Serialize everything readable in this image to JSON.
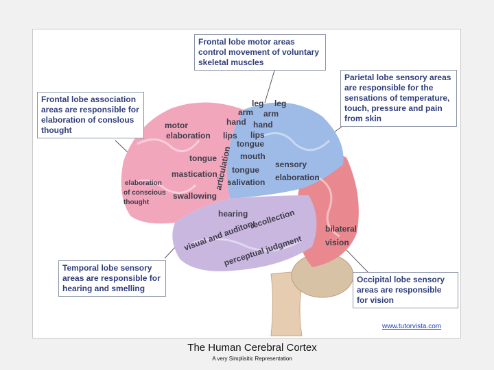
{
  "callouts": {
    "frontal_motor": "Frontal lobe motor areas control movement of voluntary skeletal muscles",
    "parietal": "Parietal lobe sensory areas are responsible for the sensations of temperature, touch, pressure and pain from skin",
    "frontal_association": "Frontal lobe association areas are responsible for elaboration of conslous thought",
    "temporal": "Temporal lobe sensory areas are responsible for hearing and smelling",
    "occipital": "Occipital lobe sensory areas are responsible for vision"
  },
  "brain_labels": {
    "motor_leg": "leg",
    "motor_arm": "arm",
    "motor_hand": "hand",
    "motor_lips": "lips",
    "motor_tongue": "tongue",
    "mastication": "mastication",
    "swallowing": "swallowing",
    "motor_elaboration_1": "motor",
    "motor_elaboration_2": "elaboration",
    "conscious_1": "elaboration",
    "conscious_2": "of conscious",
    "conscious_3": "thought",
    "articulation": "articulation",
    "sensory_leg": "leg",
    "sensory_arm": "arm",
    "sensory_hand": "hand",
    "sensory_lips": "lips",
    "sensory_tongue": "tongue",
    "mouth": "mouth",
    "sensory_tongue_2": "tongue",
    "salivation": "salivation",
    "sensory_elaboration_1": "sensory",
    "sensory_elaboration_2": "elaboration",
    "hearing": "hearing",
    "recollection": "recollection",
    "auditory": "visual and auditory",
    "judgment": "perceptual judgment",
    "bilateral_1": "bilateral",
    "bilateral_2": "vision"
  },
  "credit": "www.tutorvista.com",
  "caption": "The Human Cerebral Cortex",
  "subcaption": "A very Simplisitic Representation",
  "colors": {
    "frontal": "#f2a6bb",
    "parietal": "#9dbbe6",
    "temporal": "#c9b7e0",
    "occipital": "#e9898f",
    "cerebellum": "#d8c2a6",
    "callout_text": "#2f3d7a"
  }
}
